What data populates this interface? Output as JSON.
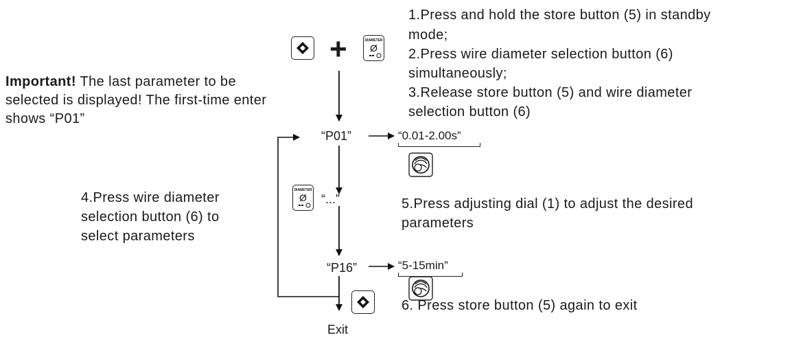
{
  "steps": {
    "step1_line1": "1.Press and hold the store button (5) in standby",
    "step1_line2": "mode;",
    "step2_line1": "2.Press wire diameter selection button (6)",
    "step2_line2": "simultaneously;",
    "step3_line1": "3.Release store button (5) and wire diameter",
    "step3_line2": "selection button (6)",
    "step4_line1": "4.Press wire diameter",
    "step4_line2": "selection button (6) to",
    "step4_line3": "select parameters",
    "step5_line1": "5.Press adjusting dial (1) to adjust the desired",
    "step5_line2": "parameters",
    "step6": "6. Press store button (5) again to exit"
  },
  "note": {
    "bold": "Important!",
    "line1_rest": " The last parameter to be",
    "line2": "selected is displayed! The first-time enter",
    "line3": "shows “P01”"
  },
  "flow": {
    "p01": "“P01”",
    "ellipsis": "“...”",
    "p16": "“P16”",
    "exit": "Exit",
    "range_p01": "“0.01-2.00s”",
    "range_p16": "“5-15min”",
    "plus": "+"
  },
  "button_text": {
    "diameter": "DIAMETER",
    "diameter_symbol": "Ø"
  },
  "icons": {
    "store": "store-button-icon",
    "diameter": "diameter-button-icon",
    "dial": "adjusting-dial-icon"
  }
}
